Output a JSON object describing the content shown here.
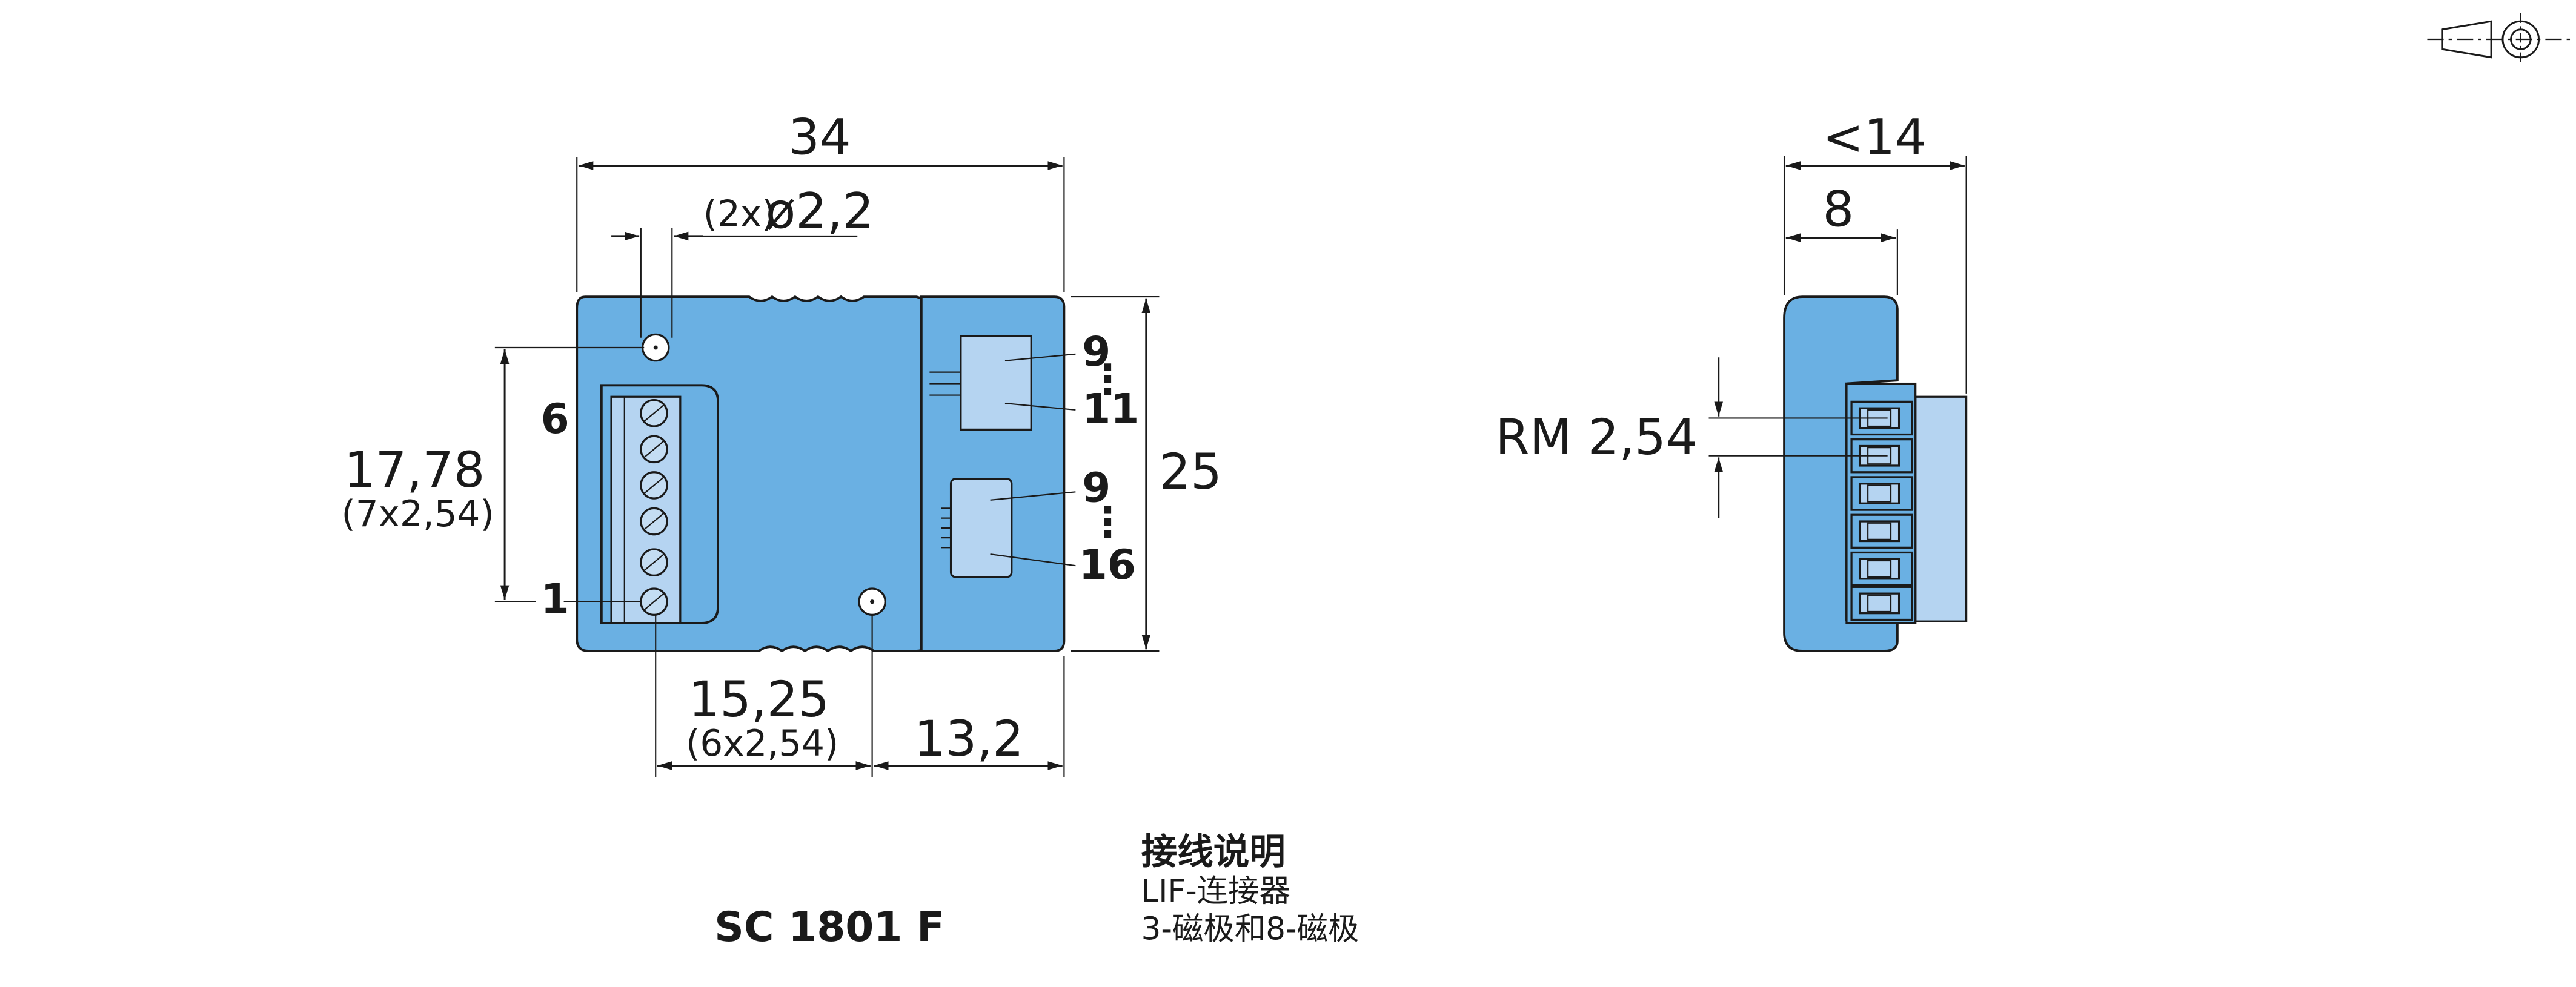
{
  "title": {
    "model": "SC 1801 F"
  },
  "notes": {
    "heading": "接线说明",
    "line1": "LIF-连接器",
    "line2": "3-磁极和8-磁极"
  },
  "front_view": {
    "dim_width": "34",
    "dim_hole_prefix": "(2x)",
    "dim_hole": "ø2,2",
    "dim_height": "25",
    "dim_pitch_total": "17,78",
    "dim_pitch_total_sub": "(7x2,54)",
    "dim_bottom_span": "15,25",
    "dim_bottom_span_sub": "(6x2,54)",
    "dim_bottom_right": "13,2",
    "pin_top": "6",
    "pin_bottom": "1",
    "upper_conn_first": "9",
    "upper_conn_last": "11",
    "lower_conn_first": "9",
    "lower_conn_last": "16",
    "ellipsis": "⋮"
  },
  "side_view": {
    "dim_total": "<14",
    "dim_body": "8",
    "dim_pitch": "RM 2,54"
  },
  "symbol": {
    "name": "third-angle-projection-icon"
  }
}
